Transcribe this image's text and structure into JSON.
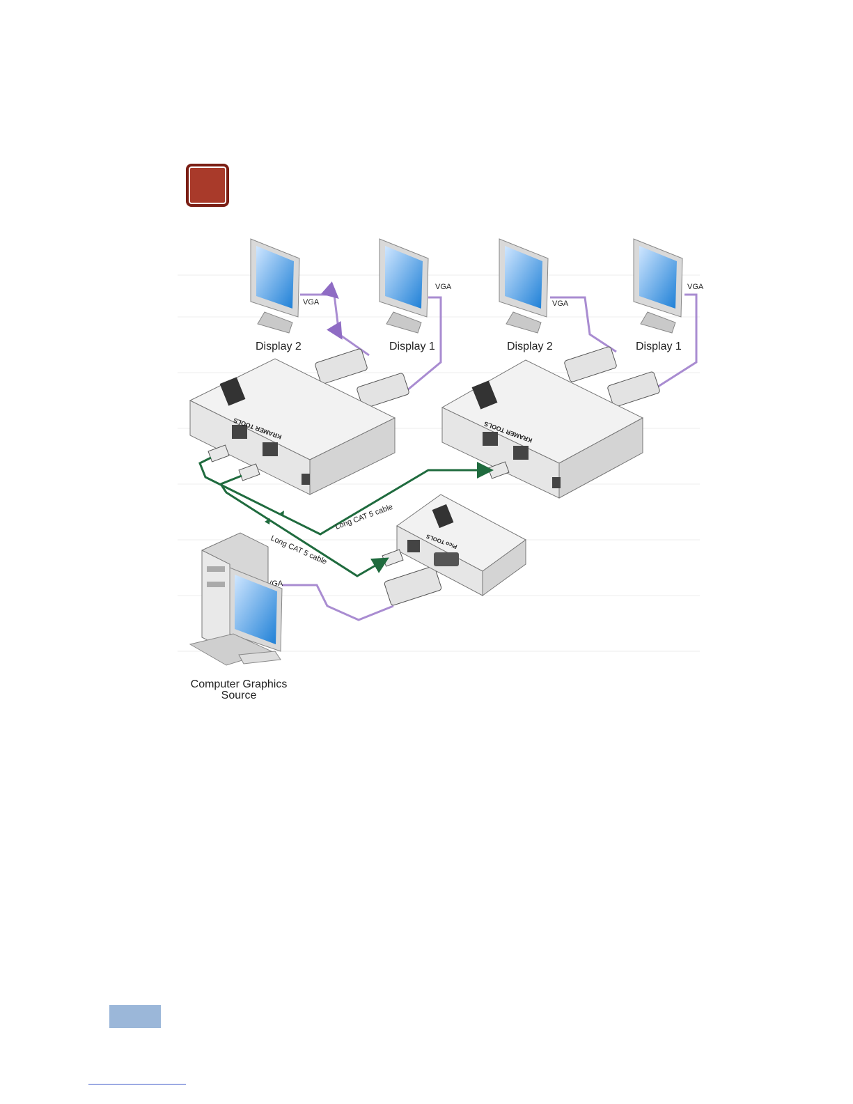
{
  "diagram": {
    "displays": [
      {
        "label": "Display 2",
        "cable": "VGA"
      },
      {
        "label": "Display 1",
        "cable": "VGA"
      },
      {
        "label": "Display 2",
        "cable": "VGA"
      },
      {
        "label": "Display 1",
        "cable": "VGA"
      }
    ],
    "source": {
      "label_line1": "Computer Graphics",
      "label_line2": "Source",
      "cable": "VGA"
    },
    "units": {
      "brand": "KRAMER TOOLS",
      "transmitter_brand": "Pico TOOLS"
    },
    "cables": {
      "cat5_top": "Long CAT 5 cable",
      "cat5_bottom": "Long CAT 5 cable"
    },
    "colors": {
      "vga_cable": "#a98cd1",
      "cat5_cable": "#1f6b3e",
      "warning_badge": "#a93a2a",
      "page_tab": "#9bb7d9"
    }
  }
}
